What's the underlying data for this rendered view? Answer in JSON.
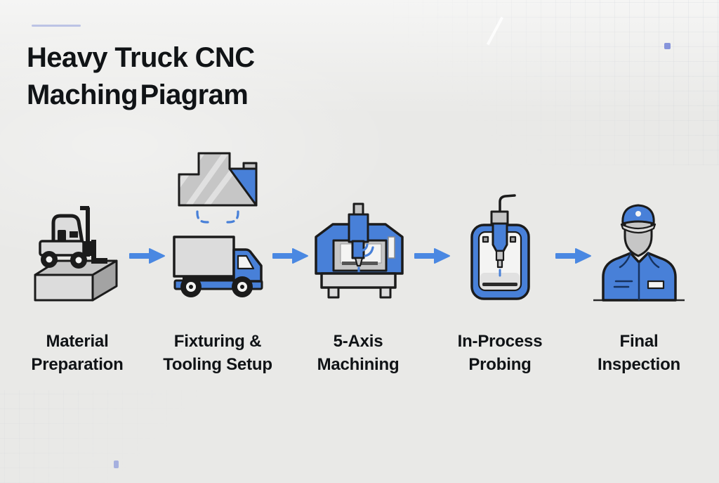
{
  "title": {
    "line1": "Heavy Truck CNC",
    "line2": "Maching Piagram"
  },
  "steps": [
    {
      "id": "material-preparation",
      "label": "Material\nPreparation",
      "icon": "forklift-material-icon"
    },
    {
      "id": "fixturing-tooling-setup",
      "label": "Fixturing &\nTooling Setup",
      "icon": "truck-fixture-icon"
    },
    {
      "id": "five-axis-machining",
      "label": "5-Axis\nMachining",
      "icon": "cnc-machine-icon"
    },
    {
      "id": "in-process-probing",
      "label": "In-Process\nProbing",
      "icon": "touch-probe-icon"
    },
    {
      "id": "final-inspection",
      "label": "Final\nInspection",
      "icon": "inspector-icon"
    }
  ],
  "flow": {
    "arrow_icon": "arrow-right-icon",
    "arrow_count": 4,
    "direction": "left-to-right"
  },
  "colors": {
    "background": "#e9e9e7",
    "text": "#101316",
    "outline": "#1b1b1b",
    "accent_blue": "#4880d8",
    "arrow_blue": "#4a88e2",
    "icon_gray_light": "#dcdcdc",
    "icon_gray_mid": "#c6c6c6",
    "icon_gray_dark": "#a3a3a3",
    "decoration_blue": "#7a8ad8"
  }
}
